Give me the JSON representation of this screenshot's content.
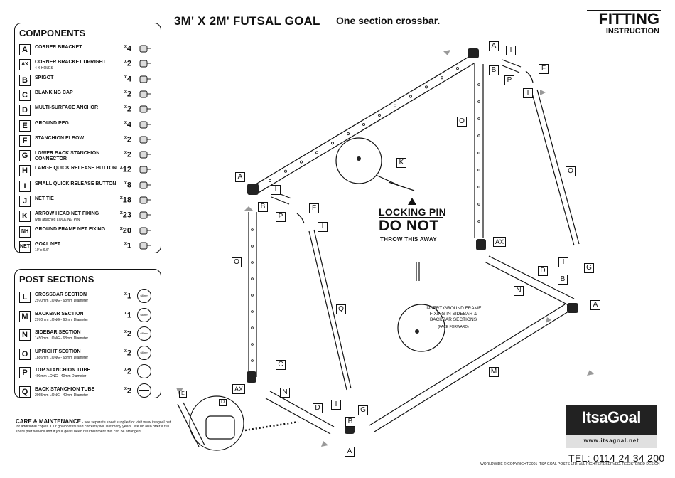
{
  "header": {
    "title": "3M' X 2M' FUTSAL GOAL",
    "subtitle": "One section crossbar.",
    "fitting_title": "FITTING",
    "fitting_subtitle": "INSTRUCTION"
  },
  "components": {
    "heading": "COMPONENTS",
    "items": [
      {
        "code": "A",
        "name": "CORNER BRACKET",
        "detail": "",
        "qty": "4",
        "icon": "corner-bracket-icon"
      },
      {
        "code": "AX",
        "name": "CORNER BRACKET UPRIGHT",
        "detail": "4 X HOLES",
        "qty": "2",
        "icon": "corner-bracket-upright-icon"
      },
      {
        "code": "B",
        "name": "SPIGOT",
        "detail": "",
        "qty": "4",
        "icon": "spigot-icon"
      },
      {
        "code": "C",
        "name": "BLANKING CAP",
        "detail": "",
        "qty": "2",
        "icon": "blanking-cap-icon"
      },
      {
        "code": "D",
        "name": "MULTI-SURFACE ANCHOR",
        "detail": "",
        "qty": "2",
        "icon": "anchor-icon"
      },
      {
        "code": "E",
        "name": "GROUND PEG",
        "detail": "",
        "qty": "4",
        "icon": "ground-peg-icon"
      },
      {
        "code": "F",
        "name": "STANCHION ELBOW",
        "detail": "",
        "qty": "2",
        "icon": "stanchion-elbow-icon"
      },
      {
        "code": "G",
        "name": "LOWER BACK STANCHION CONNECTOR",
        "detail": "",
        "qty": "2",
        "icon": "stanchion-connector-icon"
      },
      {
        "code": "H",
        "name": "LARGE QUICK RELEASE BUTTON",
        "detail": "",
        "qty": "12",
        "icon": "large-button-icon"
      },
      {
        "code": "I",
        "name": "SMALL QUICK RELEASE BUTTON",
        "detail": "",
        "qty": "8",
        "icon": "small-button-icon"
      },
      {
        "code": "J",
        "name": "NET TIE",
        "detail": "",
        "qty": "18",
        "icon": "net-tie-icon"
      },
      {
        "code": "K",
        "name": "ARROW HEAD NET FIXING",
        "detail": "with attached LOCKING PIN",
        "qty": "23",
        "icon": "arrow-head-fixing-icon"
      },
      {
        "code": "NH",
        "name": "GROUND FRAME NET FIXING",
        "detail": "",
        "qty": "20",
        "icon": "ground-frame-fixing-icon"
      },
      {
        "code": "NET",
        "name": "GOAL NET",
        "detail": "10' x 6.6'",
        "qty": "1",
        "icon": "goal-net-icon"
      }
    ]
  },
  "post_sections": {
    "heading": "POST SECTIONS",
    "items": [
      {
        "code": "L",
        "name": "CROSSBAR SECTION",
        "detail": "2970mm LONG - 68mm Diameter",
        "qty": "1",
        "diameter": "68mm"
      },
      {
        "code": "M",
        "name": "BACKBAR SECTION",
        "detail": "2970mm LONG - 68mm Diameter",
        "qty": "1",
        "diameter": "68mm"
      },
      {
        "code": "N",
        "name": "SIDEBAR SECTION",
        "detail": "1450mm LONG - 68mm Diameter",
        "qty": "2",
        "diameter": "68mm"
      },
      {
        "code": "O",
        "name": "UPRIGHT SECTION",
        "detail": "1886mm LONG - 68mm Diameter",
        "qty": "2",
        "diameter": "68mm"
      },
      {
        "code": "P",
        "name": "TOP STANCHION TUBE",
        "detail": "400mm LONG - 40mm Diameter",
        "qty": "2",
        "diameter": ""
      },
      {
        "code": "Q",
        "name": "BACK STANCHION TUBE",
        "detail": "2065mm LONG - 40mm Diameter",
        "qty": "2",
        "diameter": ""
      }
    ]
  },
  "care": {
    "title": "CARE & MAINTENANCE",
    "text": " - see separate sheet supplied or visit www.itsagoal.net for additional copies. Our goalpost if used correctly will last many years. We do also offer a full spare part service and if your goals need refurbishment this can be arranged"
  },
  "locking": {
    "line1": "LOCKING PIN",
    "line2": "DO NOT",
    "line3": "THROW THIS AWAY"
  },
  "insert_note": {
    "text": "INSERT GROUND FRAME FIXING IN SIDEBAR & BACKBAR SECTIONS",
    "sub": "(FACE FORWARD)"
  },
  "logo": {
    "name": "ItsaGoal",
    "url": "www.itsagoal.net",
    "icon": "itsagoal-logo-icon"
  },
  "tel": "TEL: 0114 24 34 200",
  "copyright": "WORLDWIDE © COPYRIGHT 2001 ITSA GOAL POSTS LTD. ALL RIGHTS RESERVED. REGISTERED DESIGN",
  "diagram_labels": [
    "A",
    "I",
    "B",
    "F",
    "P",
    "I",
    "O",
    "K",
    "Q",
    "A",
    "I",
    "B",
    "F",
    "P",
    "I",
    "O",
    "Q",
    "AX",
    "D",
    "N",
    "B",
    "I",
    "G",
    "A",
    "M",
    "C",
    "AX",
    "N",
    "D",
    "I",
    "G",
    "B",
    "A",
    "E",
    "D"
  ]
}
